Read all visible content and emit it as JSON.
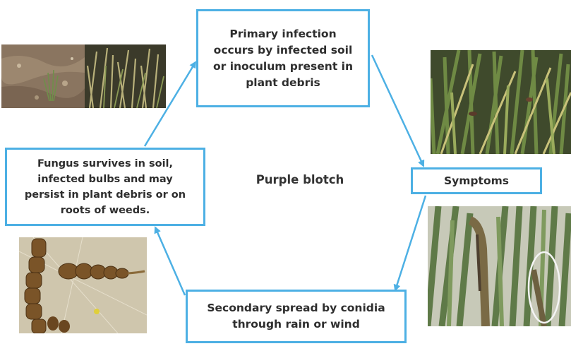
{
  "diagram": {
    "title": "Purple blotch",
    "primary_infection": [
      "Primary infection",
      "occurs by infected soil",
      "or inoculum present in",
      "plant debris"
    ],
    "symptoms": "Symptoms",
    "secondary_spread": [
      "Secondary spread by conidia",
      "through rain or wind"
    ],
    "survival": [
      "Fungus survives in soil,",
      "infected bulbs and may",
      "persist in plant debris or on",
      "roots of weeds."
    ]
  },
  "colors": {
    "box_border": "#4db0e4",
    "arrow": "#4db0e4"
  }
}
